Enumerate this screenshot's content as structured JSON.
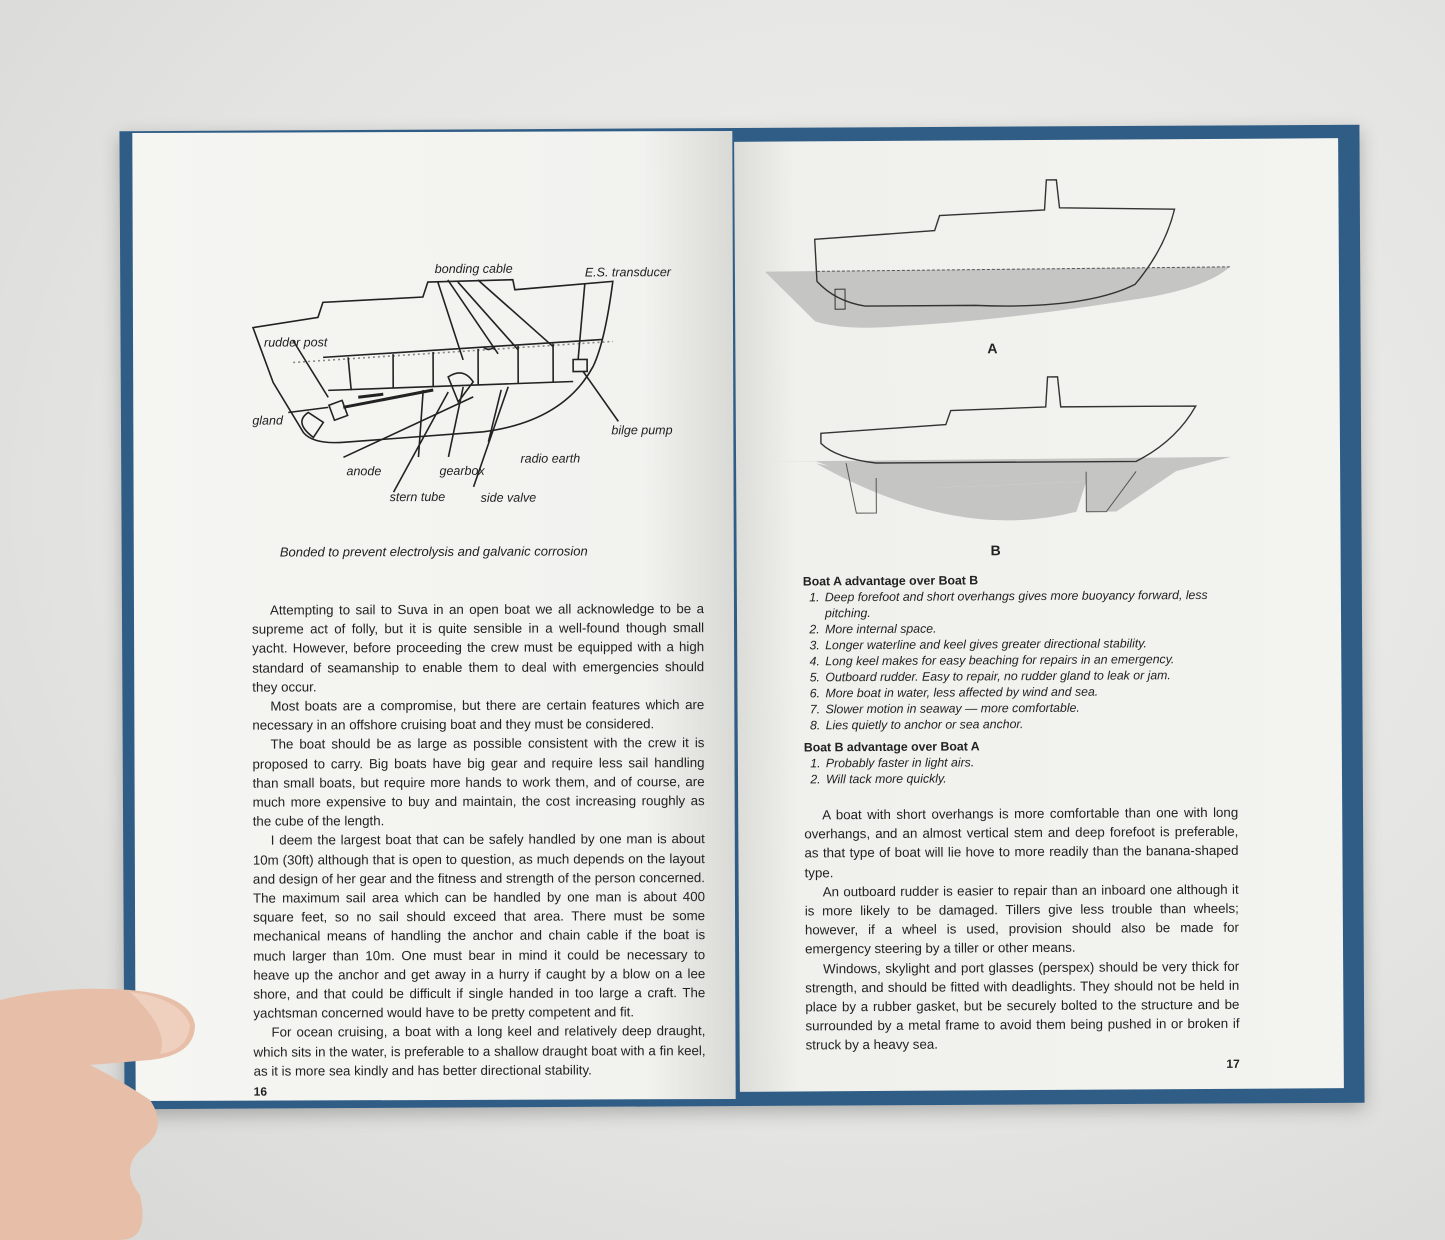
{
  "left_page": {
    "diagram_labels": {
      "bonding_cable": "bonding cable",
      "es_transducer": "E.S. transducer",
      "rudder_post": "rudder post",
      "gland": "gland",
      "bilge_pump": "bilge pump",
      "anode": "anode",
      "gearbox": "gearbox",
      "radio_earth": "radio earth",
      "stern_tube": "stern tube",
      "side_valve": "side valve"
    },
    "caption": "Bonded to prevent electrolysis and galvanic corrosion",
    "paragraphs": [
      "Attempting to sail to Suva in an open boat we all acknowledge to be a supreme act of folly, but it is quite sensible in a well-found though small yacht. However, before proceeding the crew must be equipped with a high standard of seamanship to enable them to deal with emergencies should they occur.",
      "Most boats are a compromise, but there are certain features which are necessary in an offshore cruising boat and they must be considered.",
      "The boat should be as large as possible consistent with the crew it is proposed to carry. Big boats have big gear and require less sail handling than small boats, but require more hands to work them, and of course, are much more expensive to buy and maintain, the cost increasing roughly as the cube of the length.",
      "I deem the largest boat that can be safely handled by one man is about 10m (30ft) although that is open to question, as much depends on the layout and design of her gear and the fitness and strength of the person concerned. The maximum sail area which can be handled by one man is about 400 square feet, so no sail should exceed that area. There must be some mechanical means of handling the anchor and chain cable if the boat is much larger than 10m. One must bear in mind it could be necessary to heave up the anchor and get away in a hurry if caught by a blow on a lee shore, and that could be difficult if single handed in too large a craft. The yachtsman concerned would have to be pretty competent and fit.",
      "For ocean cruising, a boat with a long keel and relatively deep draught, which sits in the water, is preferable to a shallow draught boat with a fin keel, as it is more sea kindly and has better directional stability."
    ],
    "page_number": "16"
  },
  "right_page": {
    "boat_a_label": "A",
    "boat_b_label": "B",
    "list_a_heading": "Boat A advantage over Boat B",
    "list_a": [
      "Deep forefoot and short overhangs gives more buoyancy forward, less pitching.",
      "More internal space.",
      "Longer waterline and keel gives greater directional stability.",
      "Long keel makes for easy beaching for repairs in an emergency.",
      "Outboard rudder. Easy to repair, no rudder gland to leak or jam.",
      "More boat in water, less affected by wind and sea.",
      "Slower motion in seaway — more comfortable.",
      "Lies quietly to anchor or sea anchor."
    ],
    "list_b_heading": "Boat B advantage over Boat A",
    "list_b": [
      "Probably faster in light airs.",
      "Will tack more quickly."
    ],
    "paragraphs": [
      "A boat with short overhangs is more comfortable than one with long overhangs, and an almost vertical stem and deep forefoot is preferable, as that type of boat will lie hove to more readily than the banana-shaped type.",
      "An outboard rudder is easier to repair than an inboard one although it is more likely to be damaged. Tillers give less trouble than wheels; however, if a wheel is used, provision should also be made for emergency steering by a tiller or other means.",
      "Windows, skylight and port glasses (perspex) should be very thick for strength, and should be fitted with deadlights. They should not be held in place by a rubber gasket, but be securely bolted to the structure and be surrounded by a metal frame to avoid them being pushed in or broken if struck by a heavy sea."
    ],
    "page_number": "17"
  }
}
